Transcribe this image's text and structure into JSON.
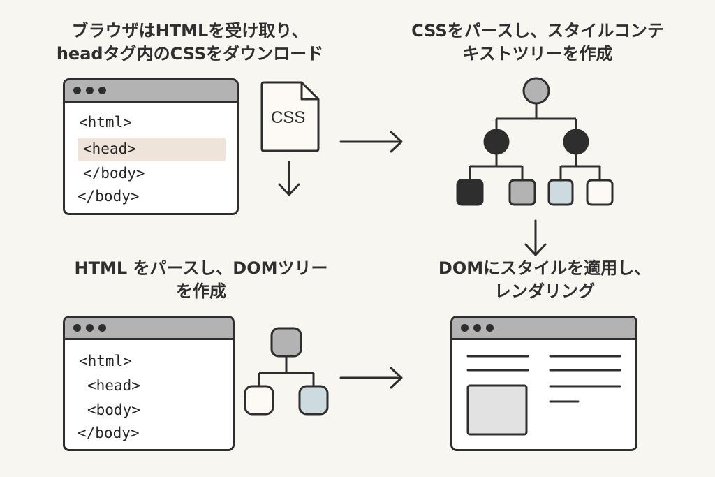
{
  "steps": {
    "step1": {
      "caption_line1": "ブラウザはHTMLを受け取り、",
      "caption_line2": "headタグ内のCSSをダウンロード",
      "code": [
        "<html>",
        "<head>",
        "</body>",
        "</body>"
      ]
    },
    "step2": {
      "caption_line1": "CSSをパースし、スタイルコンテ",
      "caption_line2": "キストツリーを作成"
    },
    "step3": {
      "caption_line1": "HTML をパースし、DOMツリー",
      "caption_line2": "を作成",
      "code": [
        "<html>",
        "<head>",
        "<body>",
        "</body>"
      ]
    },
    "step4": {
      "caption_line1": "DOMにスタイルを適用し、",
      "caption_line2": "レンダリング"
    }
  },
  "css_file": {
    "label": "CSS"
  },
  "icons": [
    "browser-window-icon",
    "css-file-icon",
    "down-arrow-icon",
    "right-arrow-icon",
    "tree-diagram-icon",
    "rendered-page-icon"
  ],
  "colors": {
    "background": "#f8f6f1",
    "outline": "#2e2e2e",
    "titlebar": "#b3b3b3",
    "highlight": "#efe4d9",
    "node_dark": "#2e2e2e",
    "node_gray": "#b3b3b3",
    "node_blue": "#cddbe0",
    "node_white": "#fdfaf6",
    "image_placeholder": "#e2e2e2"
  }
}
